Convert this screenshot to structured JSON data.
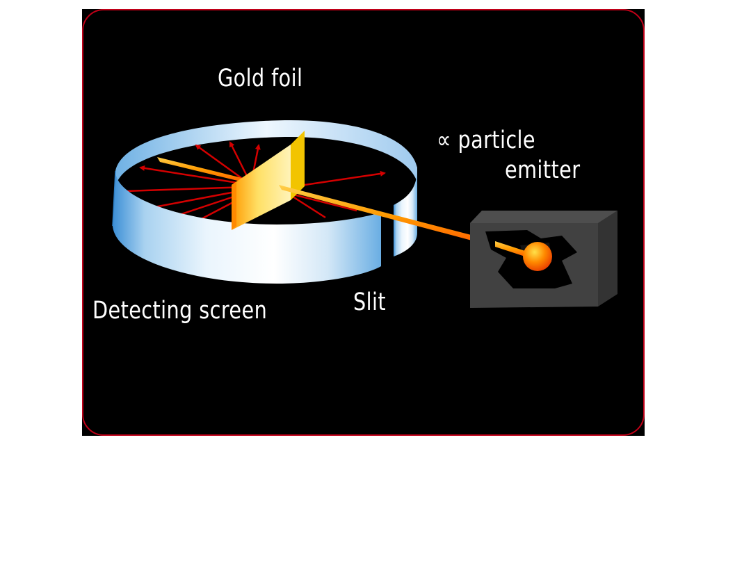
{
  "diagram": {
    "labels": {
      "gold_foil": "Gold foil",
      "alpha_particle": "∝ particle",
      "emitter": "emitter",
      "detecting_screen": "Detecting screen",
      "slit": "Slit"
    },
    "colors": {
      "background": "#000000",
      "frame": "#c00018",
      "screen": "#cfe6f8",
      "beam": "#ff9a00",
      "scatter_arrows": "#d40000",
      "foil": "#ffd23a",
      "emitter_box": "#3e3e3e",
      "source_ball": "#ff5a00"
    }
  }
}
